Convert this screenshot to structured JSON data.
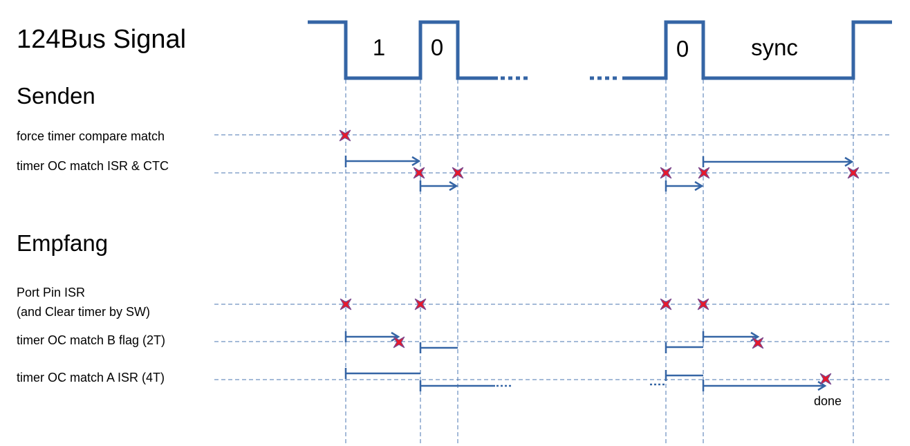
{
  "title": "124Bus Signal",
  "sections": {
    "send": "Senden",
    "receive": "Empfang"
  },
  "rows": {
    "force_compare": "force timer compare match",
    "oc_match_isr_ctc": "timer OC match ISR & CTC",
    "port_pin_isr_line1": "Port Pin ISR",
    "port_pin_isr_line2": "(and Clear timer by SW)",
    "oc_match_b_flag": "timer OC match B flag (2T)",
    "oc_match_a_isr": "timer OC match A ISR (4T)"
  },
  "signal_labels": {
    "bit_one": "1",
    "bit_zero_a": "0",
    "bit_zero_b": "0",
    "sync": "sync"
  },
  "annotations": {
    "done": "done"
  },
  "colors": {
    "signal": "#3565A5",
    "guide": "#4A74B0",
    "marker_fill": "#E8182A",
    "marker_outline": "#7B4A8E"
  }
}
